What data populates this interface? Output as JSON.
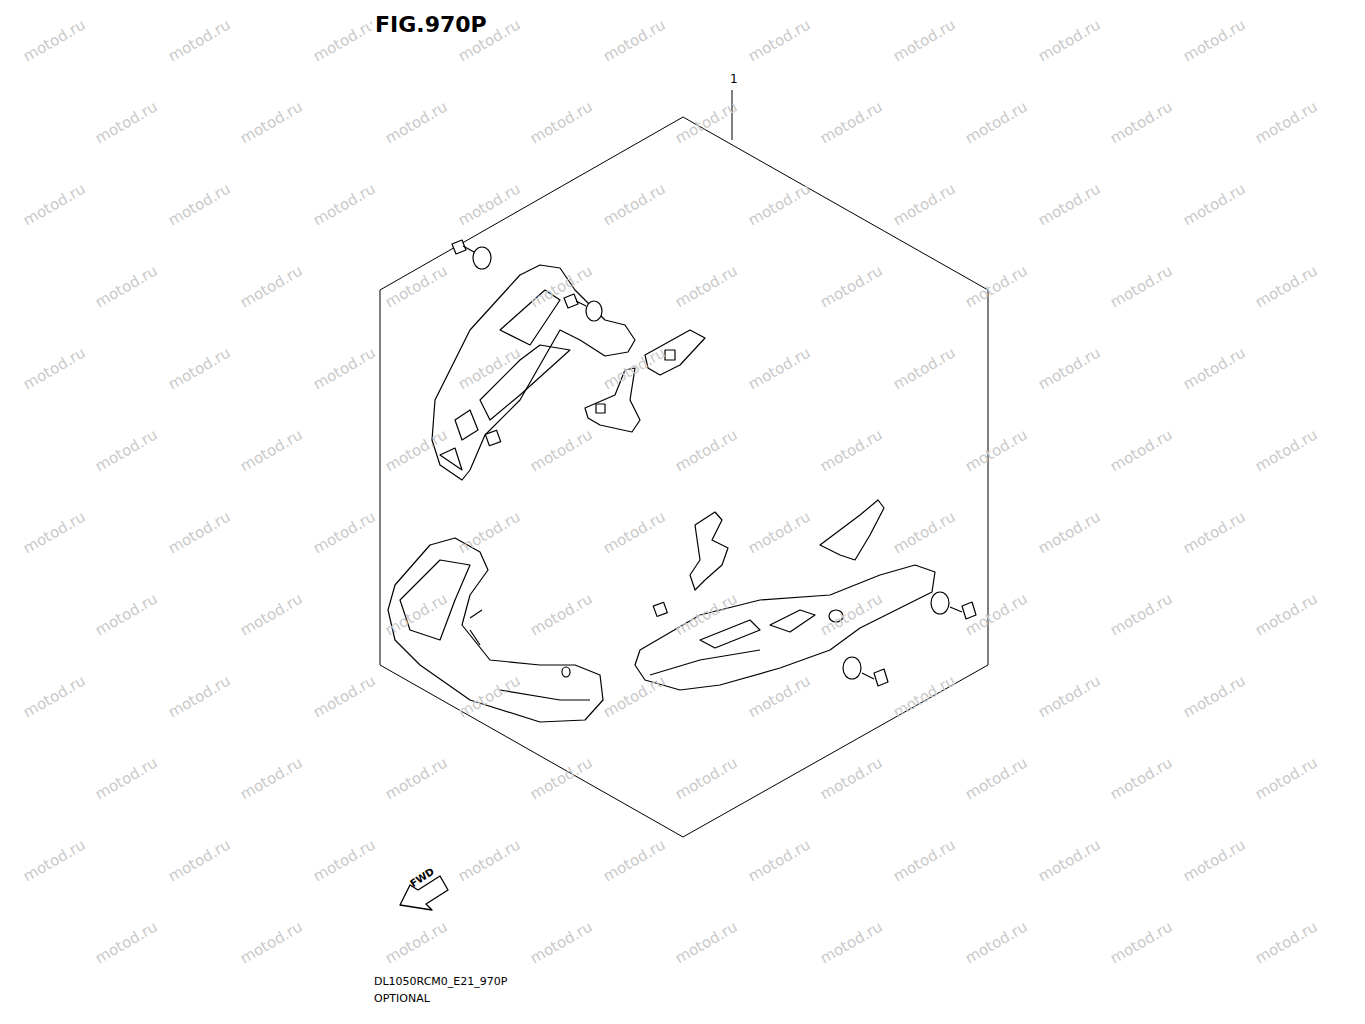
{
  "diagram": {
    "title": "FIG.970P",
    "labels": [
      "1",
      "DL1050RCM0_E21_970P",
      "OPTIONAL",
      "FWD",
      "motod.ru",
      "motod.ru",
      "motod.ru",
      "motod.ru",
      "motod.ru",
      "motod.ru",
      "motod.ru",
      "motod.ru",
      "motod.ru",
      "motod.ru",
      "motod.ru",
      "motod.ru",
      "motod.ru",
      "motod.ru",
      "motod.ru",
      "motod.ru",
      "motod.ru",
      "motod.ru",
      "motod.ru",
      "motod.ru",
      "motod.ru",
      "motod.ru",
      "motod.ru",
      "motod.ru",
      "motod.ru",
      "motod.ru",
      "motod.ru",
      "motod.ru",
      "motod.ru",
      "motod.ru",
      "motod.ru",
      "motod.ru",
      "motod.ru",
      "motod.ru",
      "motod.ru",
      "motod.ru",
      "motod.ru",
      "motod.ru",
      "motod.ru",
      "motod.ru",
      "motod.ru",
      "motod.ru",
      "motod.ru",
      "motod.ru",
      "motod.ru",
      "motod.ru",
      "motod.ru",
      "motod.ru",
      "motod.ru",
      "motod.ru",
      "motod.ru",
      "motod.ru",
      "motod.ru",
      "motod.ru",
      "motod.ru",
      "motod.ru",
      "motod.ru",
      "motod.ru",
      "motod.ru",
      "motod.ru",
      "motod.ru",
      "motod.ru",
      "motod.ru",
      "motod.ru",
      "motod.ru",
      "motod.ru",
      "motod.ru",
      "motod.ru",
      "motod.ru",
      "motod.ru",
      "motod.ru",
      "motod.ru",
      "motod.ru",
      "motod.ru",
      "motod.ru",
      "motod.ru",
      "motod.ru",
      "motod.ru",
      "motod.ru",
      "motod.ru",
      "motod.ru",
      "motod.ru",
      "motod.ru",
      "motod.ru",
      "motod.ru",
      "motod.ru",
      "motod.ru",
      "motod.ru",
      "motod.ru",
      "motod.ru",
      "motod.ru",
      "motod.ru",
      "motod.ru",
      "motod.ru",
      "motod.ru",
      "motod.ru",
      "motod.ru",
      "motod.ru",
      "motod.ru",
      "motod.ru",
      "motod.ru",
      "motod.ru",
      "motod.ru",
      "motod.ru",
      "motod.ru",
      "motod.ru",
      "motod.ru",
      "motod.ru"
    ]
  }
}
